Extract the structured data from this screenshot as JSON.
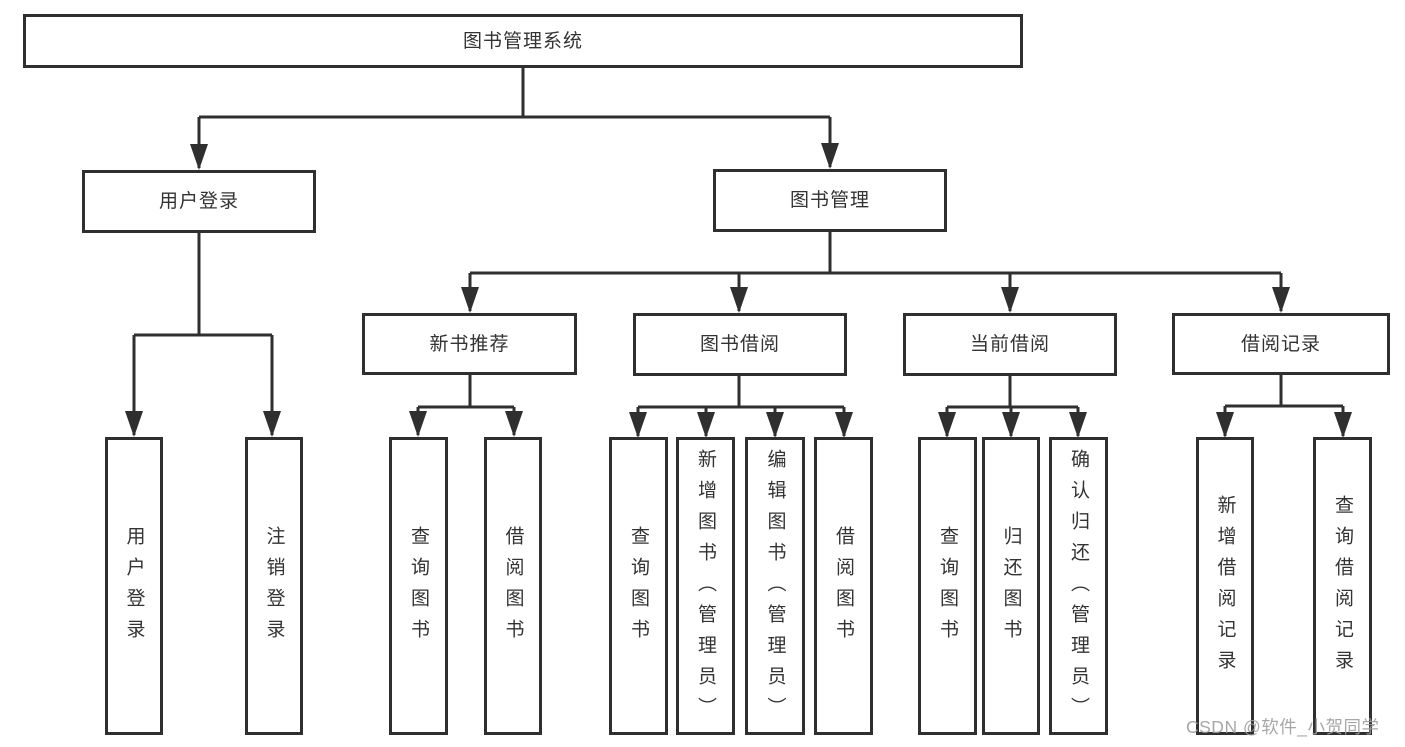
{
  "colors": {
    "line": "#2f2f2f",
    "text": "#333333",
    "watermark": "#9e9e9e",
    "background": "#ffffff"
  },
  "watermark": "CSDN @软件_小贺同学",
  "tree": {
    "label": "图书管理系统",
    "children": [
      {
        "label": "用户登录",
        "children": [
          {
            "label": "用户登录"
          },
          {
            "label": "注销登录"
          }
        ]
      },
      {
        "label": "图书管理",
        "children": [
          {
            "label": "新书推荐",
            "children": [
              {
                "label": "查询图书"
              },
              {
                "label": "借阅图书"
              }
            ]
          },
          {
            "label": "图书借阅",
            "children": [
              {
                "label": "查询图书"
              },
              {
                "label": "新增图书（管理员）"
              },
              {
                "label": "编辑图书（管理员）"
              },
              {
                "label": "借阅图书"
              }
            ]
          },
          {
            "label": "当前借阅",
            "children": [
              {
                "label": "查询图书"
              },
              {
                "label": "归还图书"
              },
              {
                "label": "确认归还（管理员）"
              }
            ]
          },
          {
            "label": "借阅记录",
            "children": [
              {
                "label": "新增借阅记录"
              },
              {
                "label": "查询借阅记录"
              }
            ]
          }
        ]
      }
    ]
  }
}
